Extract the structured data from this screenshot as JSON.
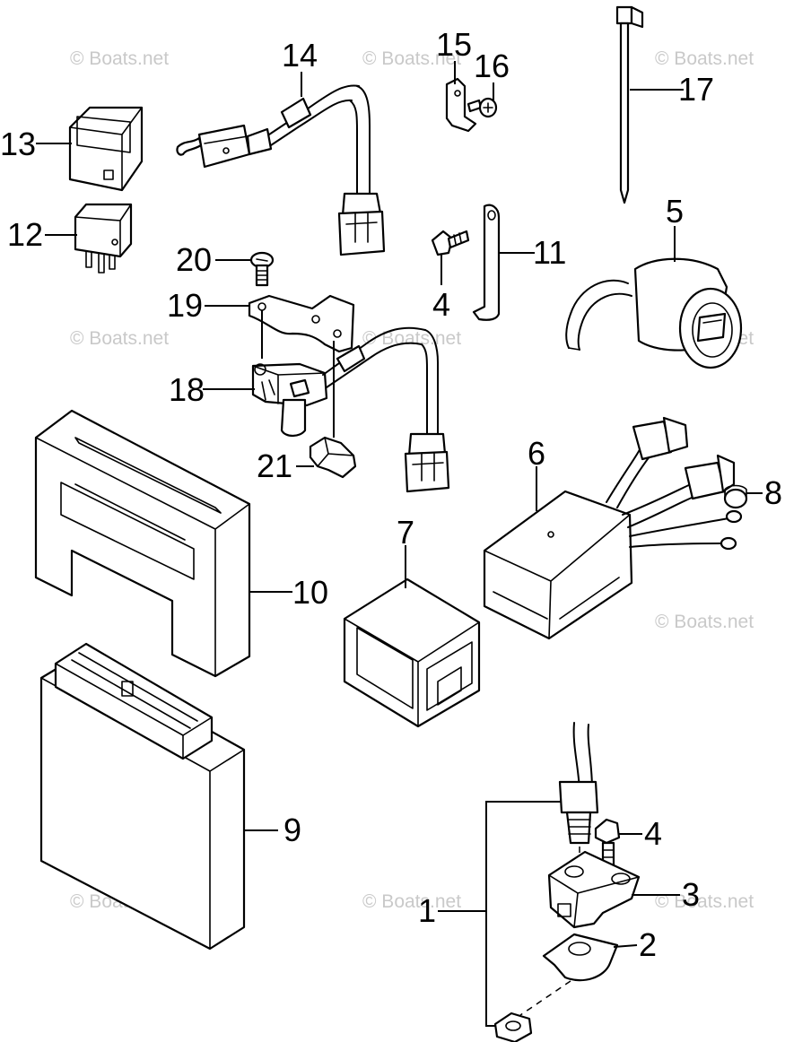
{
  "watermark": "© Boats.net",
  "callouts": {
    "c1": "1",
    "c2": "2",
    "c3": "3",
    "c4a": "4",
    "c4b": "4",
    "c5": "5",
    "c6": "6",
    "c7": "7",
    "c8": "8",
    "c9": "9",
    "c10": "10",
    "c11": "11",
    "c12": "12",
    "c13": "13",
    "c14": "14",
    "c15": "15",
    "c16": "16",
    "c17": "17",
    "c18": "18",
    "c19": "19",
    "c20": "20",
    "c21": "21"
  }
}
